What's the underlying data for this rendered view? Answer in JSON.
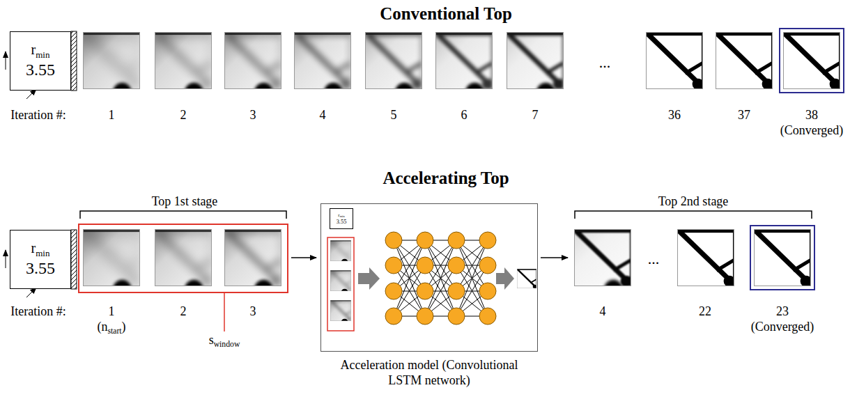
{
  "diagram": {
    "nodes": [
      {
        "text": [
          "r",
          "min",
          "3.55"
        ]
      },
      {
        "text": [
          "r",
          "min",
          "3.55"
        ]
      },
      {
        "text": [
          "Acceleration model (Convolutional LSTM network)"
        ]
      },
      {
        "text": [
          "r",
          "min",
          "3.55"
        ],
        "in": 2
      }
    ],
    "labels": [
      "Conventional Top",
      "Iteration #:",
      "1",
      "2",
      "3",
      "4",
      "5",
      "6",
      "7",
      "...",
      "36",
      "37",
      "38",
      "(Converged)",
      "Accelerating Top",
      "Top 1st stage",
      "Iteration #:",
      "1",
      "2",
      "3",
      "(n",
      "start",
      ")",
      "s",
      "window",
      "Top 2nd stage",
      "4",
      "...",
      "22",
      "23",
      "(Converged)"
    ]
  }
}
